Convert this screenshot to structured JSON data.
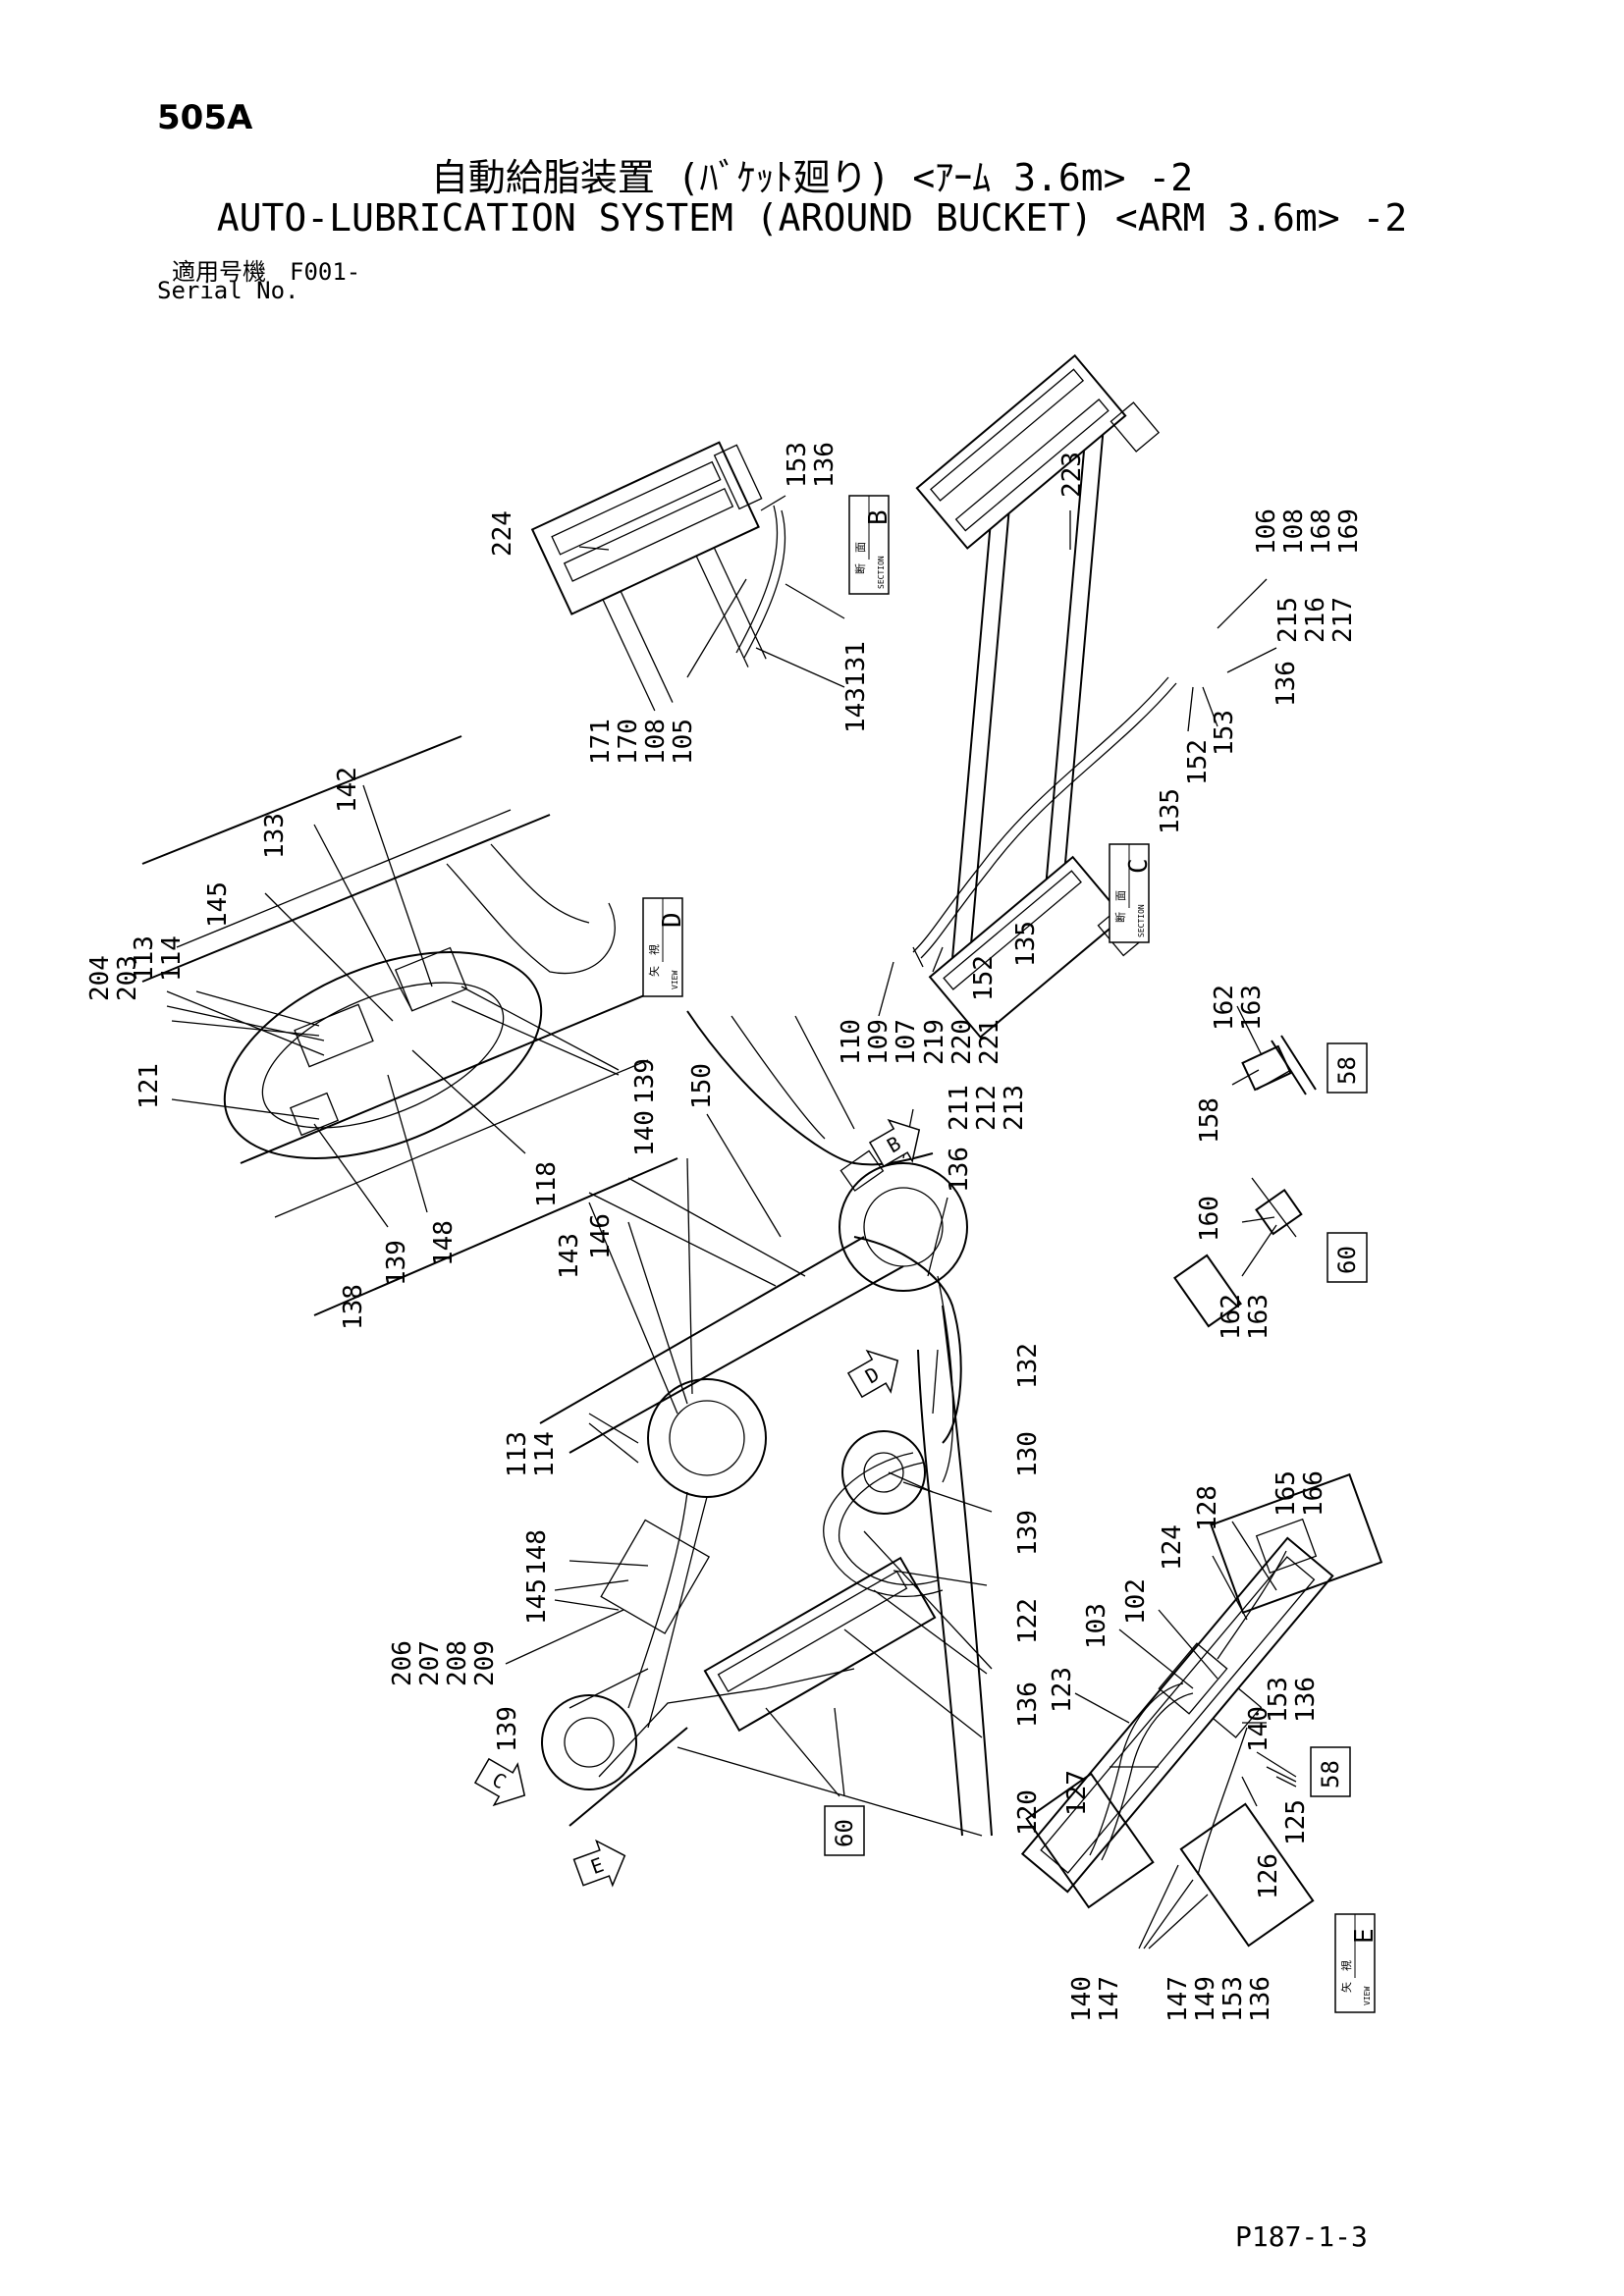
{
  "header": {
    "page_no": "505A",
    "title_jp": "自動給脂装置 (ﾊﾞｹｯﾄ廻り) <ｱｰﾑ 3.6m> -2",
    "title_en": "AUTO-LUBRICATION SYSTEM (AROUND BUCKET) <ARM 3.6m> -2",
    "serial_jp": "適用号機　F001-",
    "serial_en": "Serial No."
  },
  "footer": {
    "doc_ref": "P187-1-3"
  },
  "views": {
    "section_b": {
      "letter": "B",
      "kind_jp": "断　面",
      "kind_en": "SECTION"
    },
    "section_c": {
      "letter": "C",
      "kind_jp": "断　面",
      "kind_en": "SECTION"
    },
    "view_d": {
      "letter": "D",
      "kind_jp": "矢　視",
      "kind_en": "VIEW"
    },
    "view_e": {
      "letter": "E",
      "kind_jp": "矢　視",
      "kind_en": "VIEW"
    }
  },
  "view_arrows": {
    "b": "B",
    "c": "C",
    "d": "D",
    "e": "E"
  },
  "ref_boxes": {
    "r58a": "58",
    "r60a": "60",
    "r58b": "58",
    "r60b": "60"
  },
  "callouts": {
    "c224": "224",
    "c153a": "153",
    "c136a": "136",
    "c131": "131",
    "c143a": "143",
    "c171": "171",
    "c170": "170",
    "c108a": "108",
    "c105": "105",
    "c223": "223",
    "c106": "106",
    "c108b": "108",
    "c168": "168",
    "c169": "169",
    "c215": "215",
    "c216": "216",
    "c217": "217",
    "c136b": "136",
    "c153b": "153",
    "c152a": "152",
    "c135a": "135",
    "c135b": "135",
    "c152b": "152",
    "c110": "110",
    "c109": "109",
    "c107": "107",
    "c219": "219",
    "c220": "220",
    "c221": "221",
    "c204": "204",
    "c203": "203",
    "c113a": "113",
    "c114a": "114",
    "c145a": "145",
    "c133": "133",
    "c142": "142",
    "c121": "121",
    "c139a": "139",
    "c118": "118",
    "c148a": "148",
    "c139b": "139",
    "c138": "138",
    "c162a": "162",
    "c163a": "163",
    "c158": "158",
    "c160": "160",
    "c162b": "162",
    "c163b": "163",
    "c211": "211",
    "c212": "212",
    "c213": "213",
    "c136c": "136",
    "c150": "150",
    "c140a": "140",
    "c146": "146",
    "c143b": "143",
    "c132": "132",
    "c130": "130",
    "c139c": "139",
    "c122": "122",
    "c136d": "136",
    "c120": "120",
    "c113b": "113",
    "c114b": "114",
    "c148b": "148",
    "c145b": "145",
    "c206": "206",
    "c207": "207",
    "c208": "208",
    "c209": "209",
    "c139d": "139",
    "c165": "165",
    "c166": "166",
    "c128": "128",
    "c124": "124",
    "c102": "102",
    "c103": "103",
    "c123": "123",
    "c127": "127",
    "c153c": "153",
    "c136e": "136",
    "c140b": "140",
    "c125": "125",
    "c126": "126",
    "c140c": "140",
    "c147a": "147",
    "c147b": "147",
    "c149": "149",
    "c153d": "153",
    "c136f": "136"
  }
}
